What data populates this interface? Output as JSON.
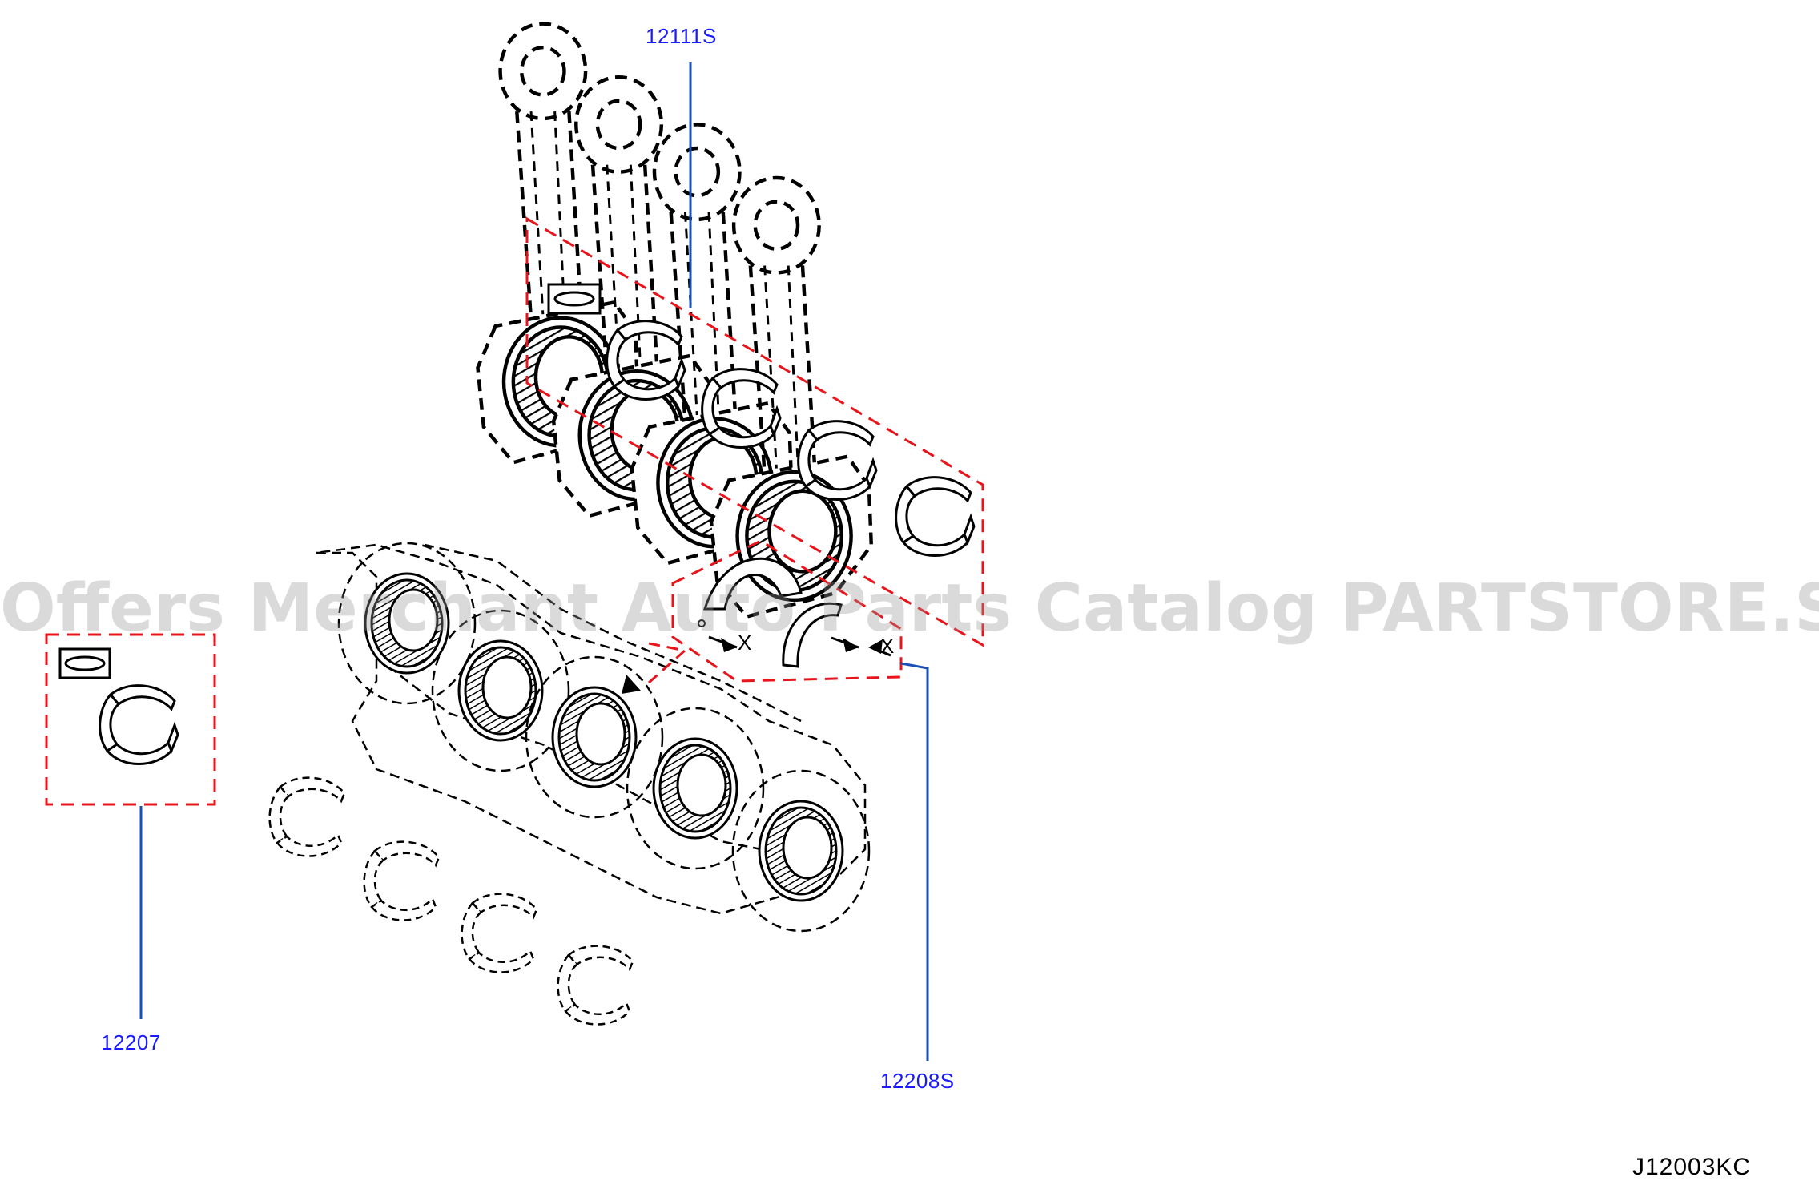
{
  "callouts": {
    "conrod_bearing": "12111S",
    "main_bearing": "12207",
    "thrust_washer": "12208S"
  },
  "diagram_code": "J12003KC",
  "watermark": "Offers Merchant Auto Parts Catalog PARTSTORE.SA",
  "marks": {
    "x1": "X",
    "x2": "X"
  },
  "colors": {
    "callout_text": "#1a1aff",
    "leader_line": "#1a4fb5",
    "group_frame": "#e8141b",
    "line_art": "#000000"
  }
}
